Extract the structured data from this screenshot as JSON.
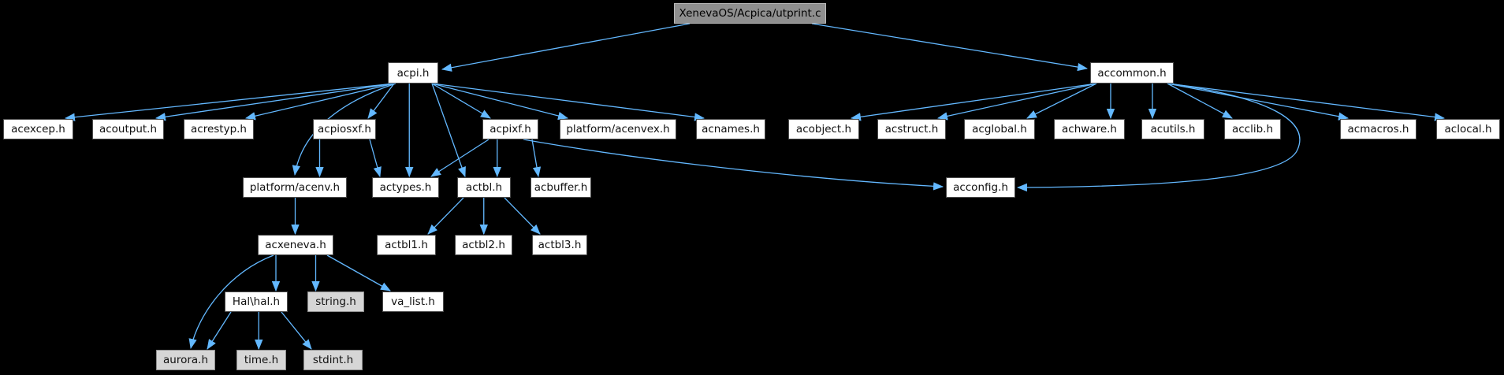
{
  "colors": {
    "background": "#000000",
    "edge": "#63b8ff",
    "node_fill": "#ffffff",
    "node_border": "#4b4b4b",
    "gray_fill": "#d6d6d6",
    "root_fill": "#8f8f8f",
    "text": "#101010"
  },
  "graph": {
    "type": "include-dependency-graph",
    "nodes": [
      {
        "id": "utprint",
        "label": "XenevaOS/Acpica/utprint.c",
        "kind": "root"
      },
      {
        "id": "acpi",
        "label": "acpi.h",
        "kind": "normal"
      },
      {
        "id": "accommon",
        "label": "accommon.h",
        "kind": "normal"
      },
      {
        "id": "acexcep",
        "label": "acexcep.h",
        "kind": "normal"
      },
      {
        "id": "acoutput",
        "label": "acoutput.h",
        "kind": "normal"
      },
      {
        "id": "acrestyp",
        "label": "acrestyp.h",
        "kind": "normal"
      },
      {
        "id": "acpiosxf",
        "label": "acpiosxf.h",
        "kind": "normal"
      },
      {
        "id": "acpixf",
        "label": "acpixf.h",
        "kind": "normal"
      },
      {
        "id": "acenvex",
        "label": "platform/acenvex.h",
        "kind": "normal"
      },
      {
        "id": "acnames",
        "label": "acnames.h",
        "kind": "normal"
      },
      {
        "id": "acobject",
        "label": "acobject.h",
        "kind": "normal"
      },
      {
        "id": "acstruct",
        "label": "acstruct.h",
        "kind": "normal"
      },
      {
        "id": "acglobal",
        "label": "acglobal.h",
        "kind": "normal"
      },
      {
        "id": "achware",
        "label": "achware.h",
        "kind": "normal"
      },
      {
        "id": "acutils",
        "label": "acutils.h",
        "kind": "normal"
      },
      {
        "id": "acclib",
        "label": "acclib.h",
        "kind": "normal"
      },
      {
        "id": "acmacros",
        "label": "acmacros.h",
        "kind": "normal"
      },
      {
        "id": "aclocal",
        "label": "aclocal.h",
        "kind": "normal"
      },
      {
        "id": "acenv",
        "label": "platform/acenv.h",
        "kind": "normal"
      },
      {
        "id": "actypes",
        "label": "actypes.h",
        "kind": "normal"
      },
      {
        "id": "actbl",
        "label": "actbl.h",
        "kind": "normal"
      },
      {
        "id": "acbuffer",
        "label": "acbuffer.h",
        "kind": "normal"
      },
      {
        "id": "acconfig",
        "label": "acconfig.h",
        "kind": "normal"
      },
      {
        "id": "acxeneva",
        "label": "acxeneva.h",
        "kind": "normal"
      },
      {
        "id": "actbl1",
        "label": "actbl1.h",
        "kind": "normal"
      },
      {
        "id": "actbl2",
        "label": "actbl2.h",
        "kind": "normal"
      },
      {
        "id": "actbl3",
        "label": "actbl3.h",
        "kind": "normal"
      },
      {
        "id": "halhal",
        "label": "Hal\\hal.h",
        "kind": "normal"
      },
      {
        "id": "stringh",
        "label": "string.h",
        "kind": "gray"
      },
      {
        "id": "valist",
        "label": "va_list.h",
        "kind": "normal"
      },
      {
        "id": "aurora",
        "label": "aurora.h",
        "kind": "gray"
      },
      {
        "id": "timeh",
        "label": "time.h",
        "kind": "gray"
      },
      {
        "id": "stdint",
        "label": "stdint.h",
        "kind": "gray"
      }
    ],
    "edges": [
      {
        "from": "utprint",
        "to": "acpi"
      },
      {
        "from": "utprint",
        "to": "accommon"
      },
      {
        "from": "acpi",
        "to": "acexcep"
      },
      {
        "from": "acpi",
        "to": "acoutput"
      },
      {
        "from": "acpi",
        "to": "acrestyp"
      },
      {
        "from": "acpi",
        "to": "acpiosxf"
      },
      {
        "from": "acpi",
        "to": "acpixf"
      },
      {
        "from": "acpi",
        "to": "acenvex"
      },
      {
        "from": "acpi",
        "to": "acnames"
      },
      {
        "from": "acpi",
        "to": "actypes"
      },
      {
        "from": "acpi",
        "to": "actbl"
      },
      {
        "from": "acpi",
        "to": "acenv"
      },
      {
        "from": "acpiosxf",
        "to": "acenv"
      },
      {
        "from": "acpiosxf",
        "to": "actypes"
      },
      {
        "from": "acpixf",
        "to": "actypes"
      },
      {
        "from": "acpixf",
        "to": "actbl"
      },
      {
        "from": "acpixf",
        "to": "acbuffer"
      },
      {
        "from": "acpixf",
        "to": "acconfig"
      },
      {
        "from": "actbl",
        "to": "actbl1"
      },
      {
        "from": "actbl",
        "to": "actbl2"
      },
      {
        "from": "actbl",
        "to": "actbl3"
      },
      {
        "from": "accommon",
        "to": "acobject"
      },
      {
        "from": "accommon",
        "to": "acstruct"
      },
      {
        "from": "accommon",
        "to": "acglobal"
      },
      {
        "from": "accommon",
        "to": "achware"
      },
      {
        "from": "accommon",
        "to": "acutils"
      },
      {
        "from": "accommon",
        "to": "acclib"
      },
      {
        "from": "accommon",
        "to": "acmacros"
      },
      {
        "from": "accommon",
        "to": "aclocal"
      },
      {
        "from": "accommon",
        "to": "acconfig"
      },
      {
        "from": "acenv",
        "to": "acxeneva"
      },
      {
        "from": "acxeneva",
        "to": "halhal"
      },
      {
        "from": "acxeneva",
        "to": "stringh"
      },
      {
        "from": "acxeneva",
        "to": "valist"
      },
      {
        "from": "acxeneva",
        "to": "aurora"
      },
      {
        "from": "halhal",
        "to": "aurora"
      },
      {
        "from": "halhal",
        "to": "timeh"
      },
      {
        "from": "halhal",
        "to": "stdint"
      }
    ]
  }
}
